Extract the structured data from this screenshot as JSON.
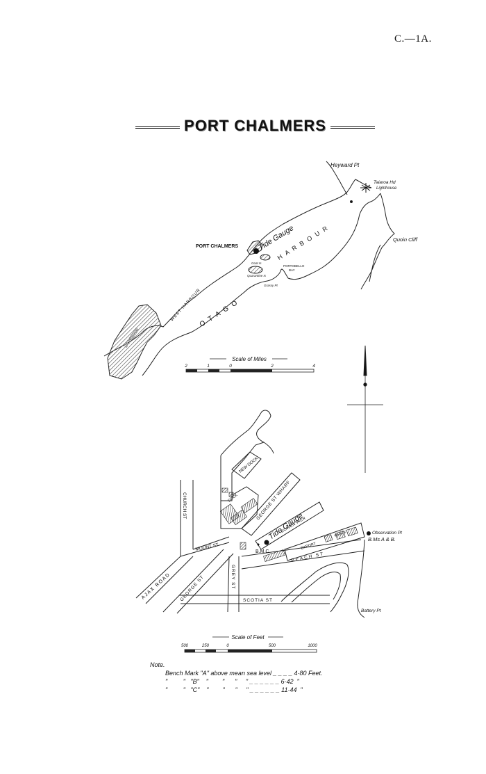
{
  "page_ref": "C.—1A.",
  "title": "PORT CHALMERS",
  "overview_map": {
    "labels": {
      "heyward": "Heyward Pt",
      "taiaroa": "Taiaroa Hd",
      "lighthouse": "Lighthouse",
      "quoin": "Quoin Cliff",
      "port_chalmers": "PORT CHALMERS",
      "tide_gauge": "Tide Gauge",
      "harbour": "H A R B O U R",
      "otago": "O T A G O",
      "west_harbour": "WEST HARBOUR",
      "dunedin": "DUNEDIN",
      "portobello": "PORTOBELLO",
      "bay": "BAY",
      "goat_island": "Goat Is",
      "quarantine": "Quarantine Is",
      "grassy": "Grassy Pt"
    },
    "scale": {
      "title": "Scale of Miles",
      "ticks": [
        "2",
        "1",
        "0",
        "2",
        "4"
      ]
    }
  },
  "town_plan": {
    "labels": {
      "new_dock": "NEW DOCK",
      "dock": "DOCK",
      "george_wharf": "GEORGE ST WHARF",
      "bowen_pier": "BOWEN PIER",
      "tide_gauge": "Tide Gauge",
      "export": "EXPORT",
      "wharf": "WHARF",
      "beach_st": "BEACH ST",
      "observation": "Observation Pt",
      "bm": "B.Ms A & B.",
      "bmc": "B.M.C",
      "church_st": "CHURCH ST",
      "mount_st": "MOUNT ST",
      "ajax_road": "AJAX ROAD",
      "george_st": "GEORGE ST",
      "grey_st": "GREY ST",
      "scotia_st": "SCOTIA ST",
      "battery": "Battery Pt"
    },
    "scale": {
      "title": "Scale of Feet",
      "ticks": [
        "500",
        "250",
        "0",
        "500",
        "1000"
      ]
    }
  },
  "note": {
    "heading": "Note.",
    "rows": [
      {
        "label": "Bench Mark \"A\" above mean sea level",
        "value": "4·80 Feet."
      },
      {
        "label": "\"         \"   \"B\"    \"        \"      \"     \"",
        "value": "6·42  \""
      },
      {
        "label": "\"         \"   \"C\"    \"        \"      \"     \"",
        "value": "11·44  \""
      }
    ]
  }
}
